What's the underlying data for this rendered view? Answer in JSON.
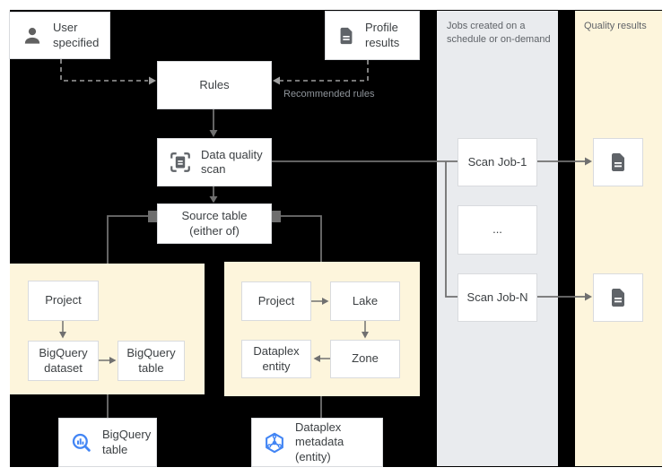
{
  "boxes": {
    "user_specified": "User specified",
    "profile_results": "Profile results",
    "rules": "Rules",
    "data_quality_scan": "Data quality scan",
    "source_table": "Source table (either of)"
  },
  "labels": {
    "recommended_rules": "Recommended rules"
  },
  "bigquery_group": {
    "project": "Project",
    "dataset": "BigQuery dataset",
    "table": "BigQuery table"
  },
  "dataplex_group": {
    "project": "Project",
    "lake": "Lake",
    "zone": "Zone",
    "entity": "Dataplex entity"
  },
  "bottom": {
    "bigquery_table": "BigQuery table",
    "dataplex_metadata": "Dataplex metadata (entity)"
  },
  "jobs_column": {
    "header": "Jobs created on a schedule or on-demand",
    "items": [
      "Scan Job-1",
      "...",
      "Scan Job-N"
    ]
  },
  "quality_column": {
    "header": "Quality results"
  },
  "icons": {
    "user_specified": "person-icon",
    "profile_results": "document-icon",
    "data_quality_scan": "scan-frame-icon",
    "bigquery_table": "bigquery-icon",
    "dataplex_metadata": "dataplex-icon",
    "quality_result": "document-icon"
  },
  "palette": {
    "canvas_bg": "#000000",
    "page_bg": "#ffffff",
    "cream": "#fdf5dc",
    "gray_column": "#e9ebee",
    "box_border": "#d9dbde",
    "line_gray": "#707070",
    "dashed_gray": "#9e9e9e",
    "text_dark": "#3c4043",
    "text_muted": "#5f6368",
    "icon_gray": "#5f6368",
    "google_blue": "#4285f4"
  }
}
